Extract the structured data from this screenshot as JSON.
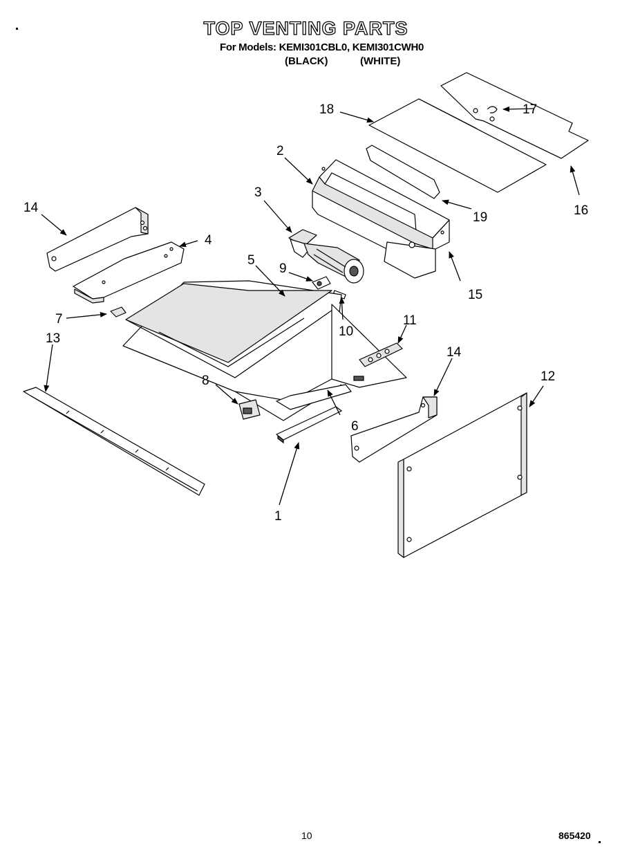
{
  "title": "TOP VENTING PARTS",
  "models_line": "For Models: KEMI301CBL0, KEMI301CWH0",
  "variants": [
    "(BLACK)",
    "(WHITE)"
  ],
  "footer": {
    "page_number": "10",
    "doc_code": "865420"
  },
  "callouts": [
    "1",
    "2",
    "3",
    "4",
    "5",
    "6",
    "7",
    "8",
    "9",
    "10",
    "11",
    "12",
    "13",
    "14",
    "14",
    "15",
    "16",
    "17",
    "18",
    "19"
  ]
}
